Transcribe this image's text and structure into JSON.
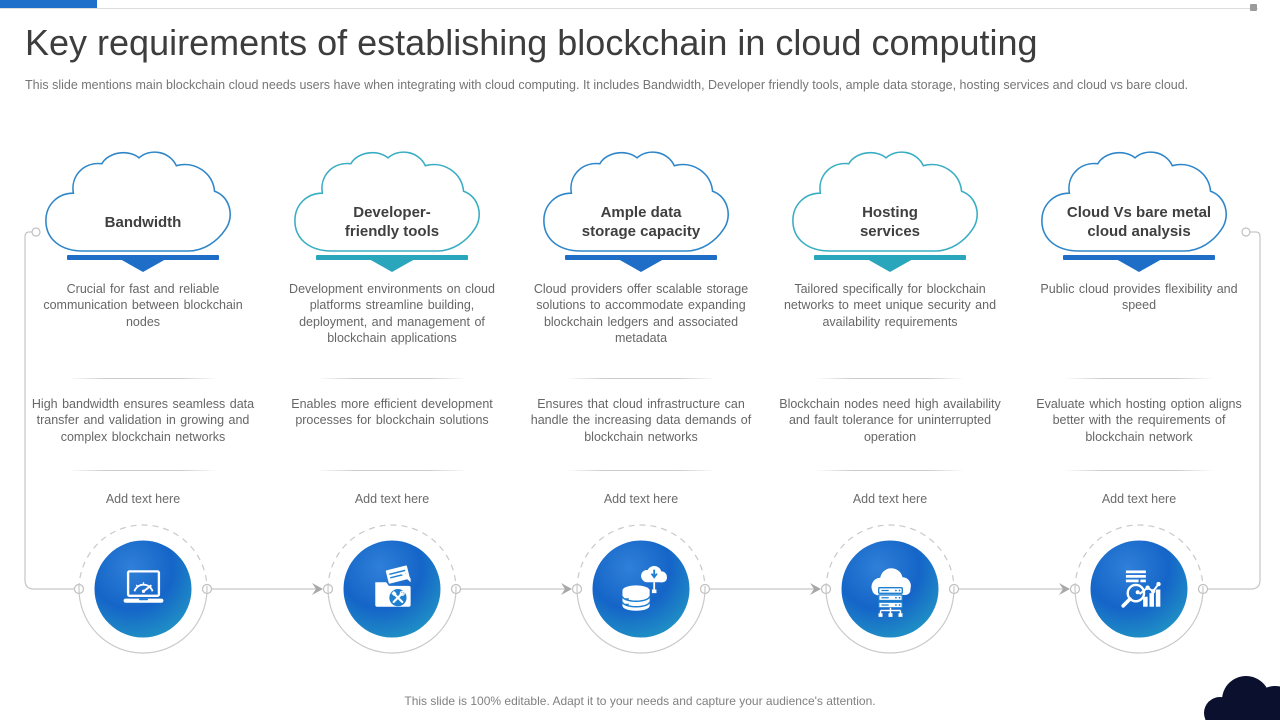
{
  "slide": {
    "title": "Key requirements of establishing blockchain in cloud computing",
    "subtitle": "This slide mentions main blockchain cloud needs users have when integrating with cloud computing. It includes Bandwidth, Developer friendly tools, ample data storage, hosting services and cloud vs bare cloud.",
    "footer": "This slide is 100% editable. Adapt it to your needs and capture your audience's attention."
  },
  "colors": {
    "accent_blue": "#1E6EC8",
    "accent_teal": "#2AA6BC",
    "cloud_stroke_blue": "#2E86C9",
    "cloud_stroke_teal": "#39ADC2",
    "topbar_blue": "#1D6FC9",
    "icon_gradient_blue": "#1565C8",
    "icon_gradient_teal": "#26A9C3",
    "dark_corner_cloud": "#0B102E",
    "title_text": "#3D3D3D",
    "body_text": "#666666",
    "connector_gray": "#C6C6C6"
  },
  "columns": [
    {
      "title": "Bandwidth",
      "description": "Crucial for fast and reliable communication between blockchain nodes",
      "detail": "High bandwidth ensures seamless data transfer and validation in growing and complex blockchain networks",
      "placeholder": "Add text here",
      "icon": "laptop-speedometer-icon",
      "accent": "#1E6EC8"
    },
    {
      "title": "Developer-\nfriendly tools",
      "description": "Development environments on cloud platforms streamline building, deployment, and management of blockchain applications",
      "detail": "Enables more efficient development processes for blockchain solutions",
      "placeholder": "Add text here",
      "icon": "folder-tools-icon",
      "accent": "#2AA6BC"
    },
    {
      "title": "Ample data\nstorage capacity",
      "description": "Cloud providers offer scalable storage solutions to accommodate expanding blockchain ledgers and associated metadata",
      "detail": "Ensures that cloud infrastructure can handle the increasing data demands of blockchain networks",
      "placeholder": "Add text here",
      "icon": "database-cloud-icon",
      "accent": "#1E6EC8"
    },
    {
      "title": "Hosting\nservices",
      "description": "Tailored specifically for blockchain networks to meet unique security and availability requirements",
      "detail": "Blockchain nodes need high availability and fault tolerance for uninterrupted operation",
      "placeholder": "Add text here",
      "icon": "cloud-server-icon",
      "accent": "#2AA6BC"
    },
    {
      "title": "Cloud Vs bare metal\ncloud analysis",
      "description": "Public cloud provides flexibility and speed",
      "detail": "Evaluate which hosting option aligns better with the requirements of blockchain network",
      "placeholder": "Add text here",
      "icon": "magnifier-analytics-icon",
      "accent": "#1E6EC8"
    }
  ]
}
